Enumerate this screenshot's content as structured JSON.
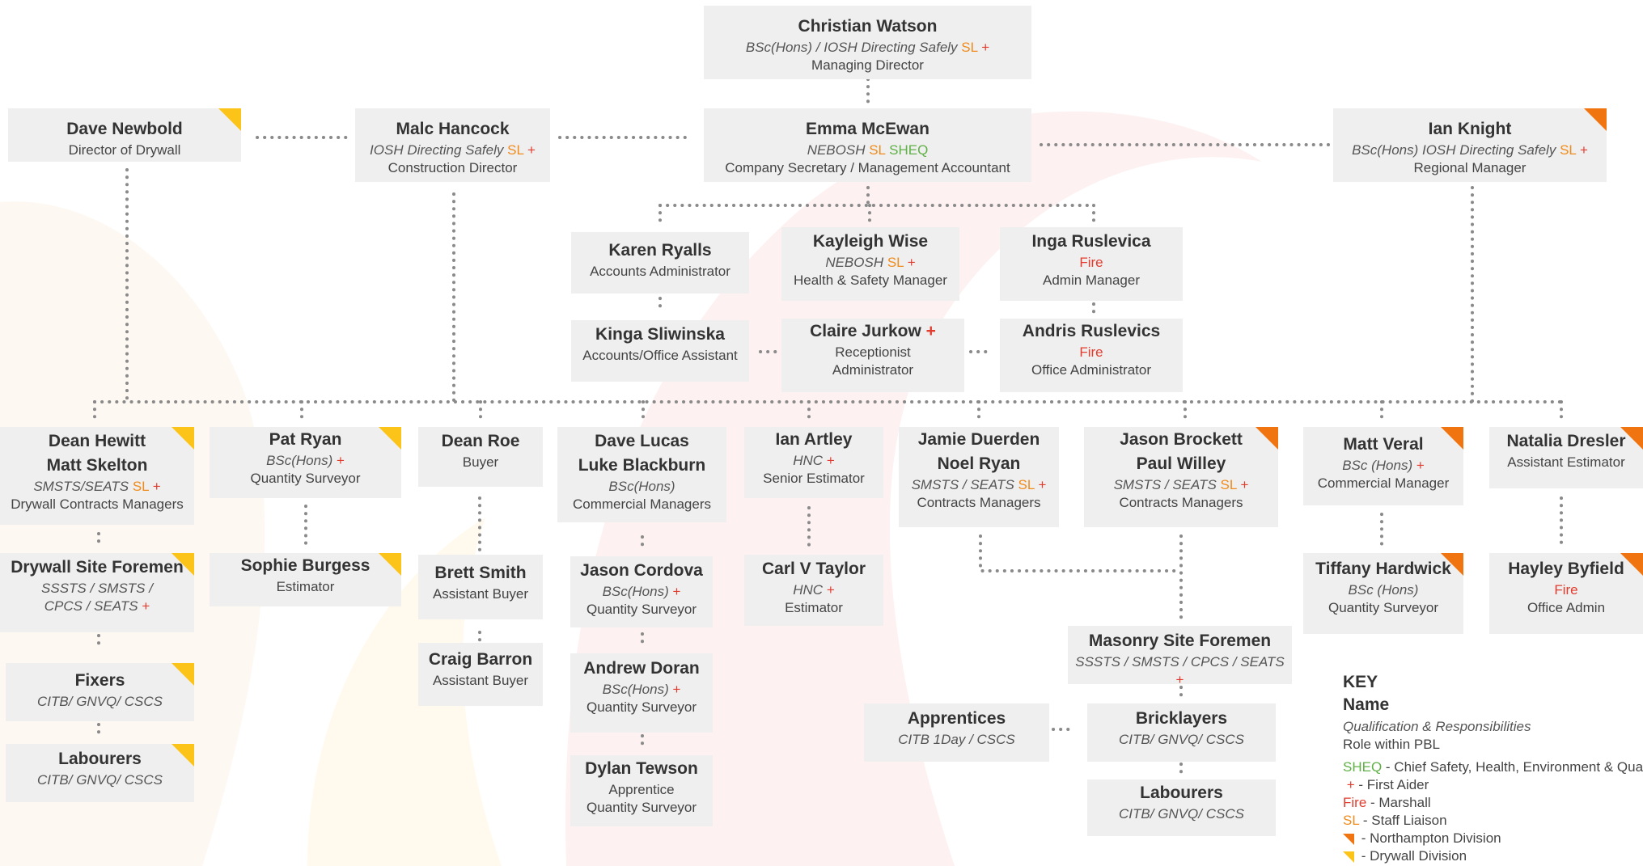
{
  "colors": {
    "drywall": "#fcc419",
    "northampton": "#f0740f",
    "sl": "#f08b1c",
    "sheq": "#5fb046",
    "first_aid": "#e23c2e",
    "fire": "#e23c2e"
  },
  "people": {
    "watson": {
      "name": "Christian Watson",
      "qual": "BSc(Hons) / IOSH Directing Safely",
      "tags": [
        "SL",
        "+"
      ],
      "role": "Managing Director"
    },
    "newbold": {
      "name": "Dave Newbold",
      "role": "Director of Drywall"
    },
    "hancock": {
      "name": "Malc Hancock",
      "qual": "IOSH Directing Safely",
      "tags": [
        "SL",
        "+"
      ],
      "role": "Construction Director"
    },
    "mcewan": {
      "name": "Emma McEwan",
      "qual": "NEBOSH",
      "tags": [
        "SL",
        "SHEQ"
      ],
      "role": "Company Secretary / Management Accountant"
    },
    "knight": {
      "name": "Ian Knight",
      "qual": "BSc(Hons) IOSH Directing Safely",
      "tags": [
        "SL",
        "+"
      ],
      "role": "Regional Manager"
    },
    "ryalls": {
      "name": "Karen Ryalls",
      "role": "Accounts Administrator"
    },
    "wise": {
      "name": "Kayleigh Wise",
      "qual": "NEBOSH",
      "tags": [
        "SL",
        "+"
      ],
      "role": "Health & Safety Manager"
    },
    "inga": {
      "name": "Inga Ruslevica",
      "fire": "Fire",
      "role": "Admin Manager"
    },
    "kinga": {
      "name": "Kinga Sliwinska",
      "role": "Accounts/Office Assistant"
    },
    "claire": {
      "name": "Claire Jurkow",
      "name_tag": "+",
      "role": "Receptionist",
      "role2": "Administrator"
    },
    "andris": {
      "name": "Andris Ruslevics",
      "fire": "Fire",
      "role": "Office Administrator"
    },
    "hewitt": {
      "name": "Dean Hewitt",
      "name2": "Matt Skelton",
      "qual": "SMSTS/SEATS",
      "tags": [
        "SL",
        "+"
      ],
      "role": "Drywall Contracts Managers"
    },
    "patryan": {
      "name": "Pat Ryan",
      "qual": "BSc(Hons)",
      "tags": [
        "+"
      ],
      "role": "Quantity Surveyor"
    },
    "roe": {
      "name": "Dean Roe",
      "role": "Buyer"
    },
    "lucas": {
      "name": "Dave Lucas",
      "name2": "Luke Blackburn",
      "qual": "BSc(Hons)",
      "role": "Commercial Managers"
    },
    "artley": {
      "name": "Ian Artley",
      "qual": "HNC",
      "tags": [
        "+"
      ],
      "role": "Senior Estimator"
    },
    "duerden": {
      "name": "Jamie Duerden",
      "name2": "Noel Ryan",
      "qual": "SMSTS / SEATS",
      "tags": [
        "SL",
        "+"
      ],
      "role": "Contracts Managers"
    },
    "brockett": {
      "name": "Jason Brockett",
      "name2": "Paul Willey",
      "qual": "SMSTS / SEATS",
      "tags": [
        "SL",
        "+"
      ],
      "role": "Contracts Managers"
    },
    "veral": {
      "name": "Matt Veral",
      "qual": "BSc (Hons)",
      "tags": [
        "+"
      ],
      "role": "Commercial Manager"
    },
    "dresler": {
      "name": "Natalia Dresler",
      "role": "Assistant Estimator"
    },
    "dsf": {
      "name": "Drywall Site Foremen",
      "qual": "SSSTS / SMSTS /",
      "qual2": "CPCS / SEATS",
      "tags": [
        "+"
      ]
    },
    "burgess": {
      "name": "Sophie Burgess",
      "role": "Estimator"
    },
    "smith": {
      "name": "Brett Smith",
      "role": "Assistant Buyer"
    },
    "cordova": {
      "name": "Jason Cordova",
      "qual": "BSc(Hons)",
      "tags": [
        "+"
      ],
      "role": "Quantity Surveyor"
    },
    "taylor": {
      "name": "Carl V Taylor",
      "qual": "HNC",
      "tags": [
        "+"
      ],
      "role": "Estimator"
    },
    "hardwick": {
      "name": "Tiffany Hardwick",
      "qual": "BSc (Hons)",
      "role": "Quantity Surveyor"
    },
    "byfield": {
      "name": "Hayley Byfield",
      "fire": "Fire",
      "role": "Office Admin"
    },
    "fixers": {
      "name": "Fixers",
      "qual": "CITB/ GNVQ/ CSCS"
    },
    "barron": {
      "name": "Craig Barron",
      "role": "Assistant Buyer"
    },
    "doran": {
      "name": "Andrew Doran",
      "qual": "BSc(Hons)",
      "tags": [
        "+"
      ],
      "role": "Quantity Surveyor"
    },
    "msf": {
      "name": "Masonry Site Foremen",
      "qual": "SSSTS / SMSTS / CPCS / SEATS",
      "tags": [
        "+"
      ]
    },
    "lab1": {
      "name": "Labourers",
      "qual": "CITB/ GNVQ/ CSCS"
    },
    "tewson": {
      "name": "Dylan Tewson",
      "role": "Apprentice",
      "role2": "Quantity Surveyor"
    },
    "apprentices": {
      "name": "Apprentices",
      "qual": "CITB 1Day / CSCS"
    },
    "bricklayers": {
      "name": "Bricklayers",
      "qual": "CITB/ GNVQ/ CSCS"
    },
    "lab2": {
      "name": "Labourers",
      "qual": "CITB/ GNVQ/ CSCS"
    }
  },
  "key": {
    "title": "KEY",
    "name": "Name",
    "qual": "Qualification & Responsibilities",
    "role": "Role within PBL",
    "sheq_code": "SHEQ",
    "sheq_desc": " - Chief Safety, Health, Environment & Quality",
    "fa_code": "+",
    "fa_desc": " - First Aider",
    "fire_code": "Fire",
    "fire_desc": " - Marshall",
    "sl_code": "SL",
    "sl_desc": " - Staff Liaison",
    "nor_desc": " - Northampton Division",
    "dry_desc": " - Drywall Division"
  }
}
